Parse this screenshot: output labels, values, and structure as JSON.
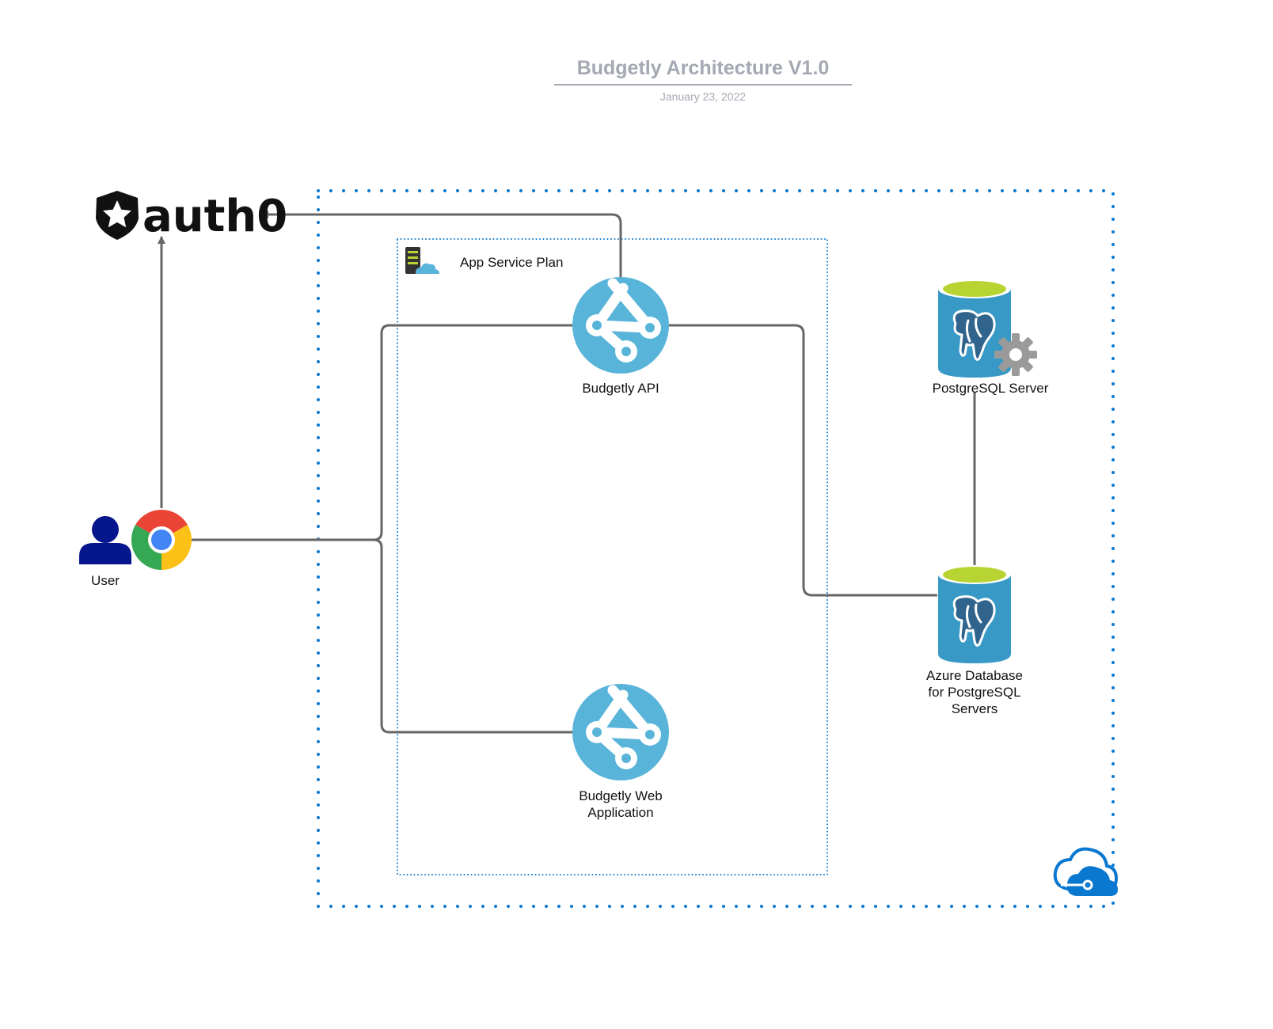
{
  "header": {
    "title": "Budgetly Architecture V1.0",
    "date": "January 23, 2022"
  },
  "nodes": {
    "auth0": {
      "wordmark": "auth0"
    },
    "user": {
      "label": "User"
    },
    "app_service_plan": {
      "label": "App Service Plan"
    },
    "budgetly_api": {
      "label": "Budgetly API"
    },
    "budgetly_web": {
      "label_line1": "Budgetly Web",
      "label_line2": "Application"
    },
    "postgres_server": {
      "label": "PostgreSQL Server"
    },
    "azure_db": {
      "label_line1": "Azure Database",
      "label_line2": "for PostgreSQL",
      "label_line3": "Servers"
    }
  },
  "icons": {
    "auth0_logo": "auth0-shield-star-icon",
    "user": "person-icon",
    "browser": "chrome-icon",
    "app_service_plan": "app-service-plan-icon",
    "app_service": "app-service-globe-icon",
    "postgres": "postgresql-database-icon",
    "server_gear": "gear-icon",
    "azure": "azure-cloud-icon"
  },
  "colors": {
    "connector": "#666666",
    "boundary_dots": "#0b78d0",
    "app_service_blue": "#59b4d9",
    "db_lid_green": "#b8d432",
    "db_body_blue": "#3999c6",
    "user_navy": "#06168c",
    "title_gray": "#a3a8b3"
  }
}
